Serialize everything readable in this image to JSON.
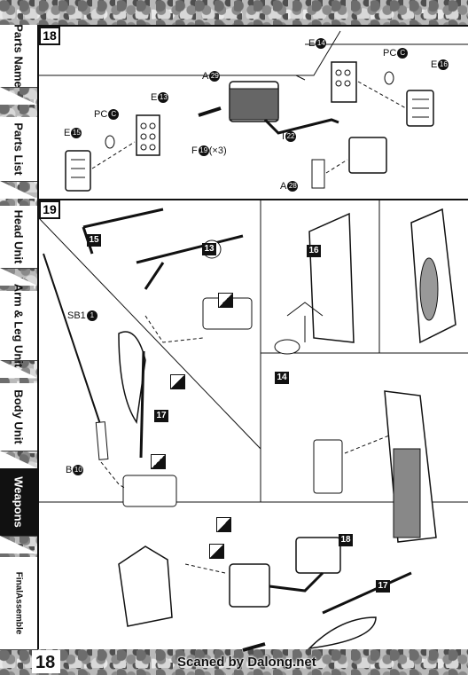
{
  "sidebar": {
    "tabs": [
      {
        "label": "Parts Name",
        "active": false
      },
      {
        "label": "Parts List",
        "active": false
      },
      {
        "label": "Head Unit",
        "active": false
      },
      {
        "label": "Arm & Leg Unit",
        "active": false
      },
      {
        "label": "Body Unit",
        "active": false
      },
      {
        "label": "Weapons",
        "active": true
      },
      {
        "label": "FinalAssemble",
        "active": false
      }
    ]
  },
  "steps": [
    {
      "number": "18",
      "parts": {
        "a29": "A",
        "a29_num": "29",
        "e13": "E",
        "e13_num": "13",
        "e14": "E",
        "e14_num": "14",
        "e15": "E",
        "e15_num": "15",
        "e16": "E",
        "e16_num": "16",
        "pc_left": "PC",
        "pc_left_num": "C",
        "pc_right": "PC",
        "pc_right_num": "C",
        "f19": "F",
        "f19_num": "19",
        "f19_mult": "×3",
        "i22": "I",
        "i22_num": "22",
        "a28": "A",
        "a28_num": "28"
      }
    },
    {
      "number": "19",
      "parts": {
        "sb1": "SB1",
        "sb1_num": "1",
        "b10": "B",
        "b10_num": "10"
      },
      "callouts": [
        "15",
        "13",
        "16",
        "14",
        "17",
        "18",
        "17"
      ]
    }
  ],
  "footer": {
    "page_number": "18",
    "credit": "Scaned by Dalong.net"
  },
  "colors": {
    "ink": "#111111",
    "camo_base": "#b9b9b9"
  }
}
